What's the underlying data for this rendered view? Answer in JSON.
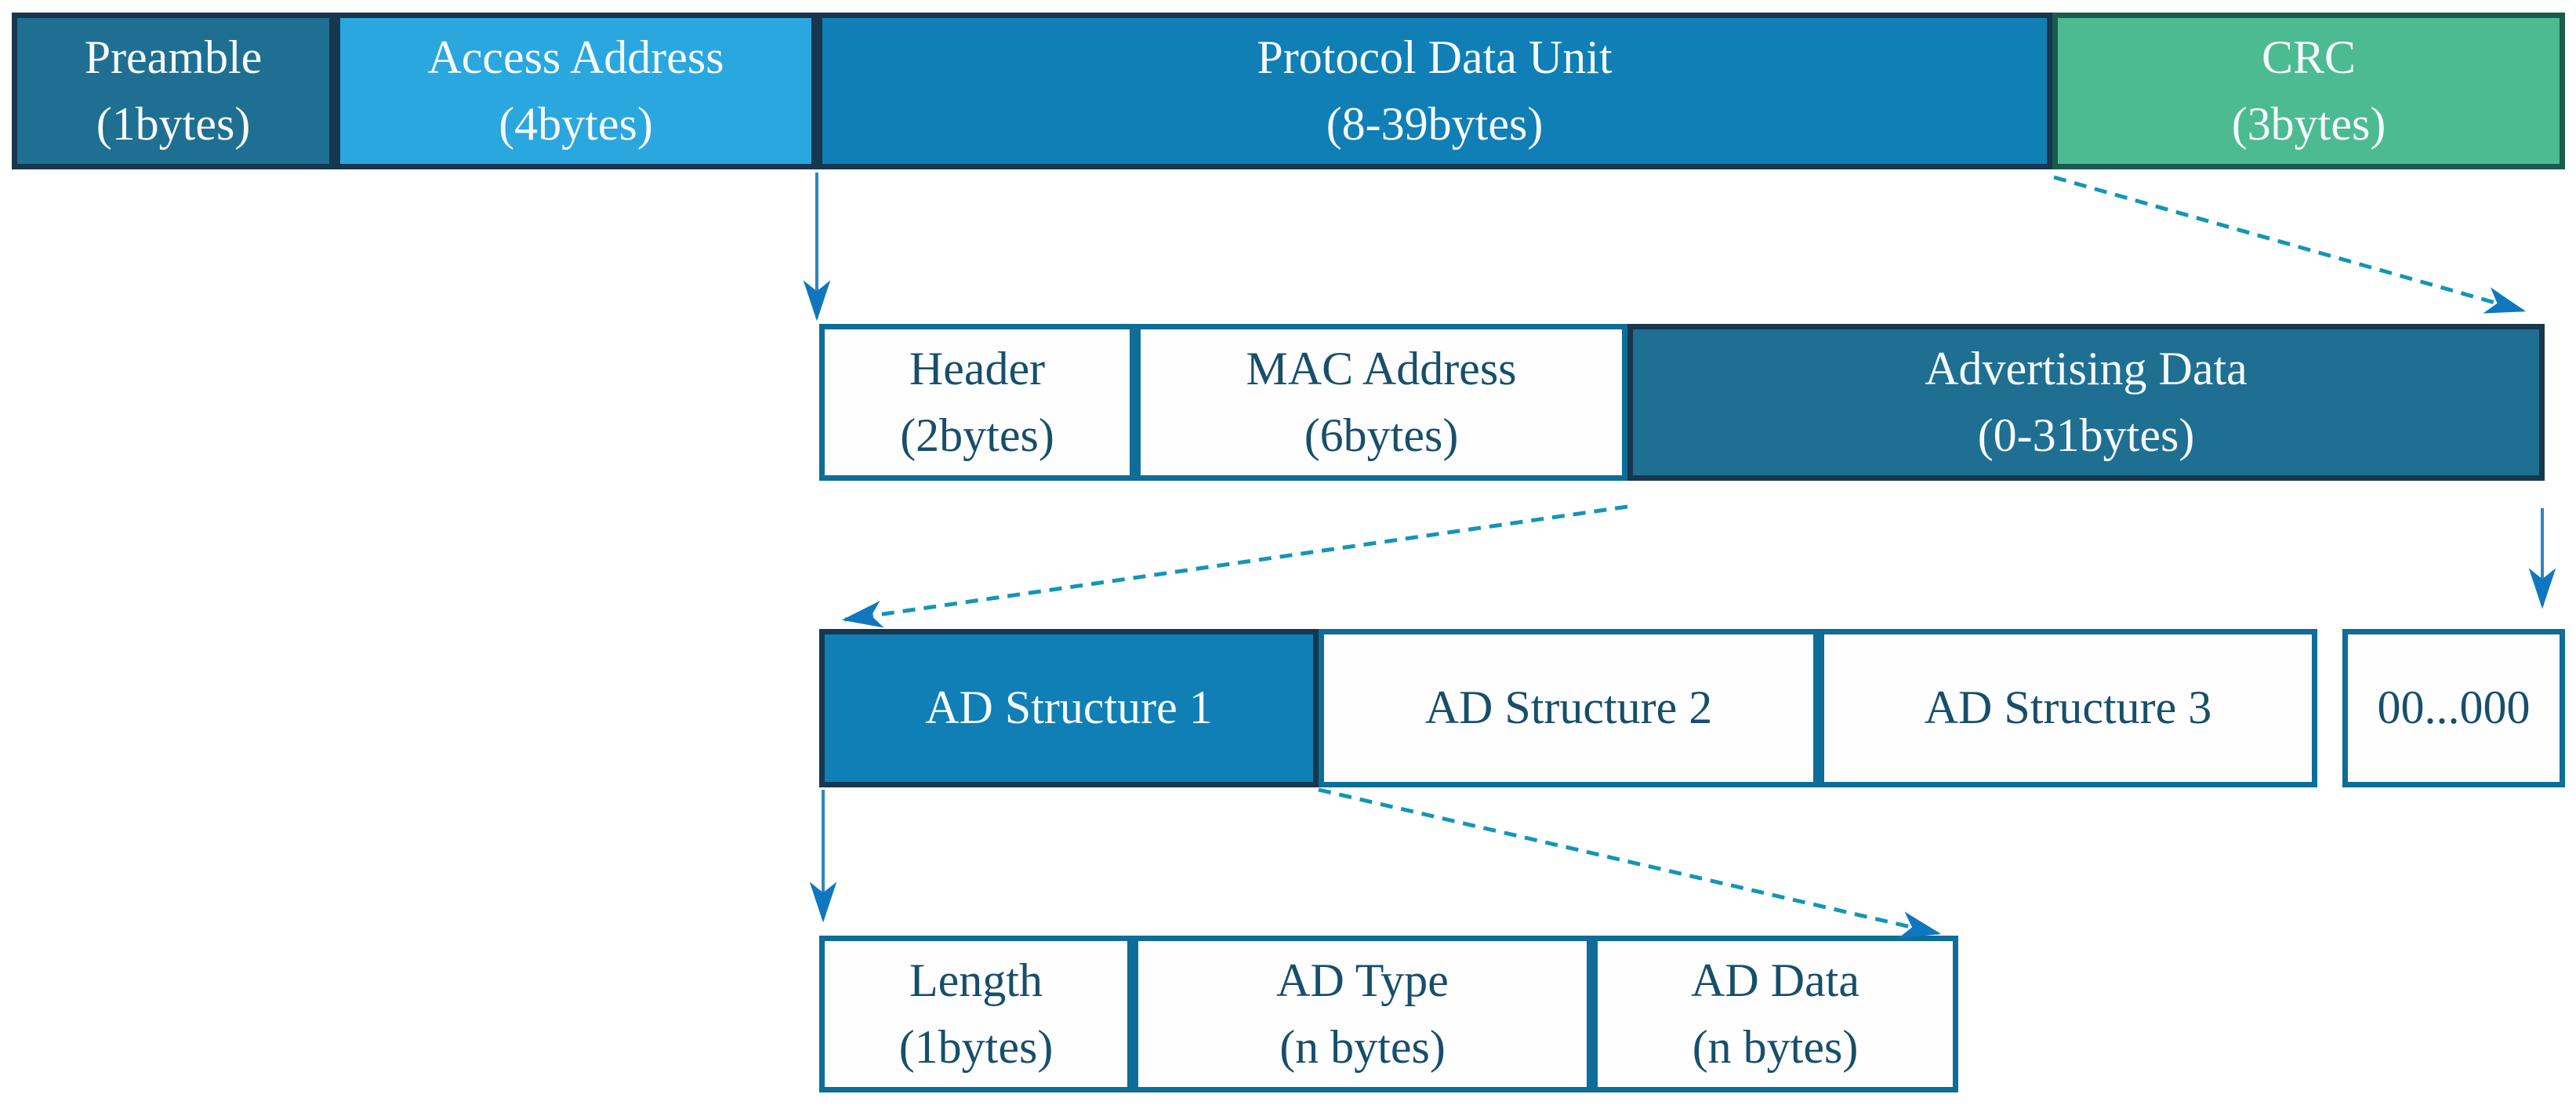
{
  "levels": {
    "packet": {
      "cells": [
        {
          "label": "Preamble",
          "size": "(1bytes)"
        },
        {
          "label": "Access Address",
          "size": "(4bytes)"
        },
        {
          "label": "Protocol Data Unit",
          "size": "(8-39bytes)"
        },
        {
          "label": "CRC",
          "size": "(3bytes)"
        }
      ]
    },
    "pdu": {
      "cells": [
        {
          "label": "Header",
          "size": "(2bytes)"
        },
        {
          "label": "MAC Address",
          "size": "(6bytes)"
        },
        {
          "label": "Advertising Data",
          "size": "(0-31bytes)"
        }
      ]
    },
    "advertising_data": {
      "cells": [
        {
          "label": "AD Structure 1"
        },
        {
          "label": "AD Structure 2"
        },
        {
          "label": "AD Structure 3"
        },
        {
          "label": "00...000"
        }
      ]
    },
    "ad_structure": {
      "cells": [
        {
          "label": "Length",
          "size": "(1bytes)"
        },
        {
          "label": "AD Type",
          "size": "(n bytes)"
        },
        {
          "label": "AD Data",
          "size": "(n bytes)"
        }
      ]
    }
  },
  "connections": [
    {
      "from": "Protocol Data Unit (left edge)",
      "to": "Header (top-left)",
      "style": "solid"
    },
    {
      "from": "Protocol Data Unit / CRC boundary",
      "to": "Advertising Data (top-right)",
      "style": "dashed"
    },
    {
      "from": "MAC Address / Advertising Data boundary",
      "to": "AD Structure 1 (top-left)",
      "style": "dashed"
    },
    {
      "from": "Advertising Data (right edge)",
      "to": "00...000 (top-right)",
      "style": "solid"
    },
    {
      "from": "AD Structure 1 (left edge)",
      "to": "Length (top-left)",
      "style": "solid"
    },
    {
      "from": "AD Structure 1 (bottom-right)",
      "to": "AD Data (top-right)",
      "style": "dashed"
    }
  ],
  "colors": {
    "teal_fill": "#1F6F92",
    "light_blue_fill": "#2AA7DF",
    "blue_fill": "#0F7FB6",
    "green_fill": "#4CBB91",
    "dark_navy_border": "#16374E",
    "dark_green_border": "#1A5B4C",
    "white_box_border": "#0E6D99",
    "dark_text": "#174F6B",
    "white_text": "#F5FAFB",
    "solid_arrow": "#2E86C4",
    "dashed_arrow": "#1495B8",
    "arrowhead": "#1077BE"
  }
}
